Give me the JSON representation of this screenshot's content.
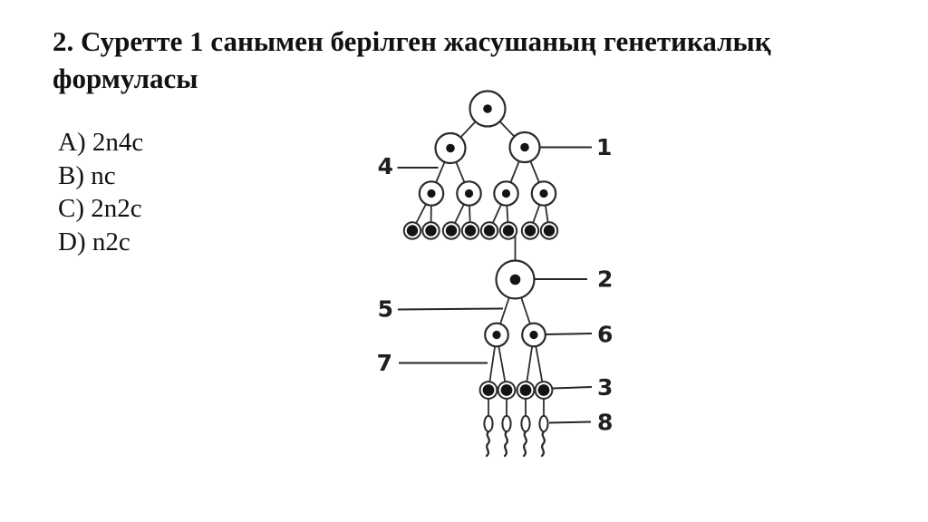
{
  "question": {
    "line1": "2. Суретте 1 санымен берілген жасушаның генетикалық",
    "line2": "формуласы"
  },
  "options": [
    {
      "label": "A) 2n4c"
    },
    {
      "label": "B) nc"
    },
    {
      "label": "C) 2n2c"
    },
    {
      "label": "D) n2c"
    }
  ],
  "figure": {
    "type": "diagram",
    "description": "Gametogenesis (spermatogenesis) scheme: mitotic divisions, growth, meiosis, spermatids and sperm cells, with numbered pointers",
    "labels": {
      "n1": "1",
      "n2": "2",
      "n3": "3",
      "n4": "4",
      "n5": "5",
      "n6": "6",
      "n7": "7",
      "n8": "8"
    }
  },
  "colors": {
    "background": "#ffffff",
    "ink": "#111111",
    "diagram_stroke": "#2b2b2b"
  }
}
